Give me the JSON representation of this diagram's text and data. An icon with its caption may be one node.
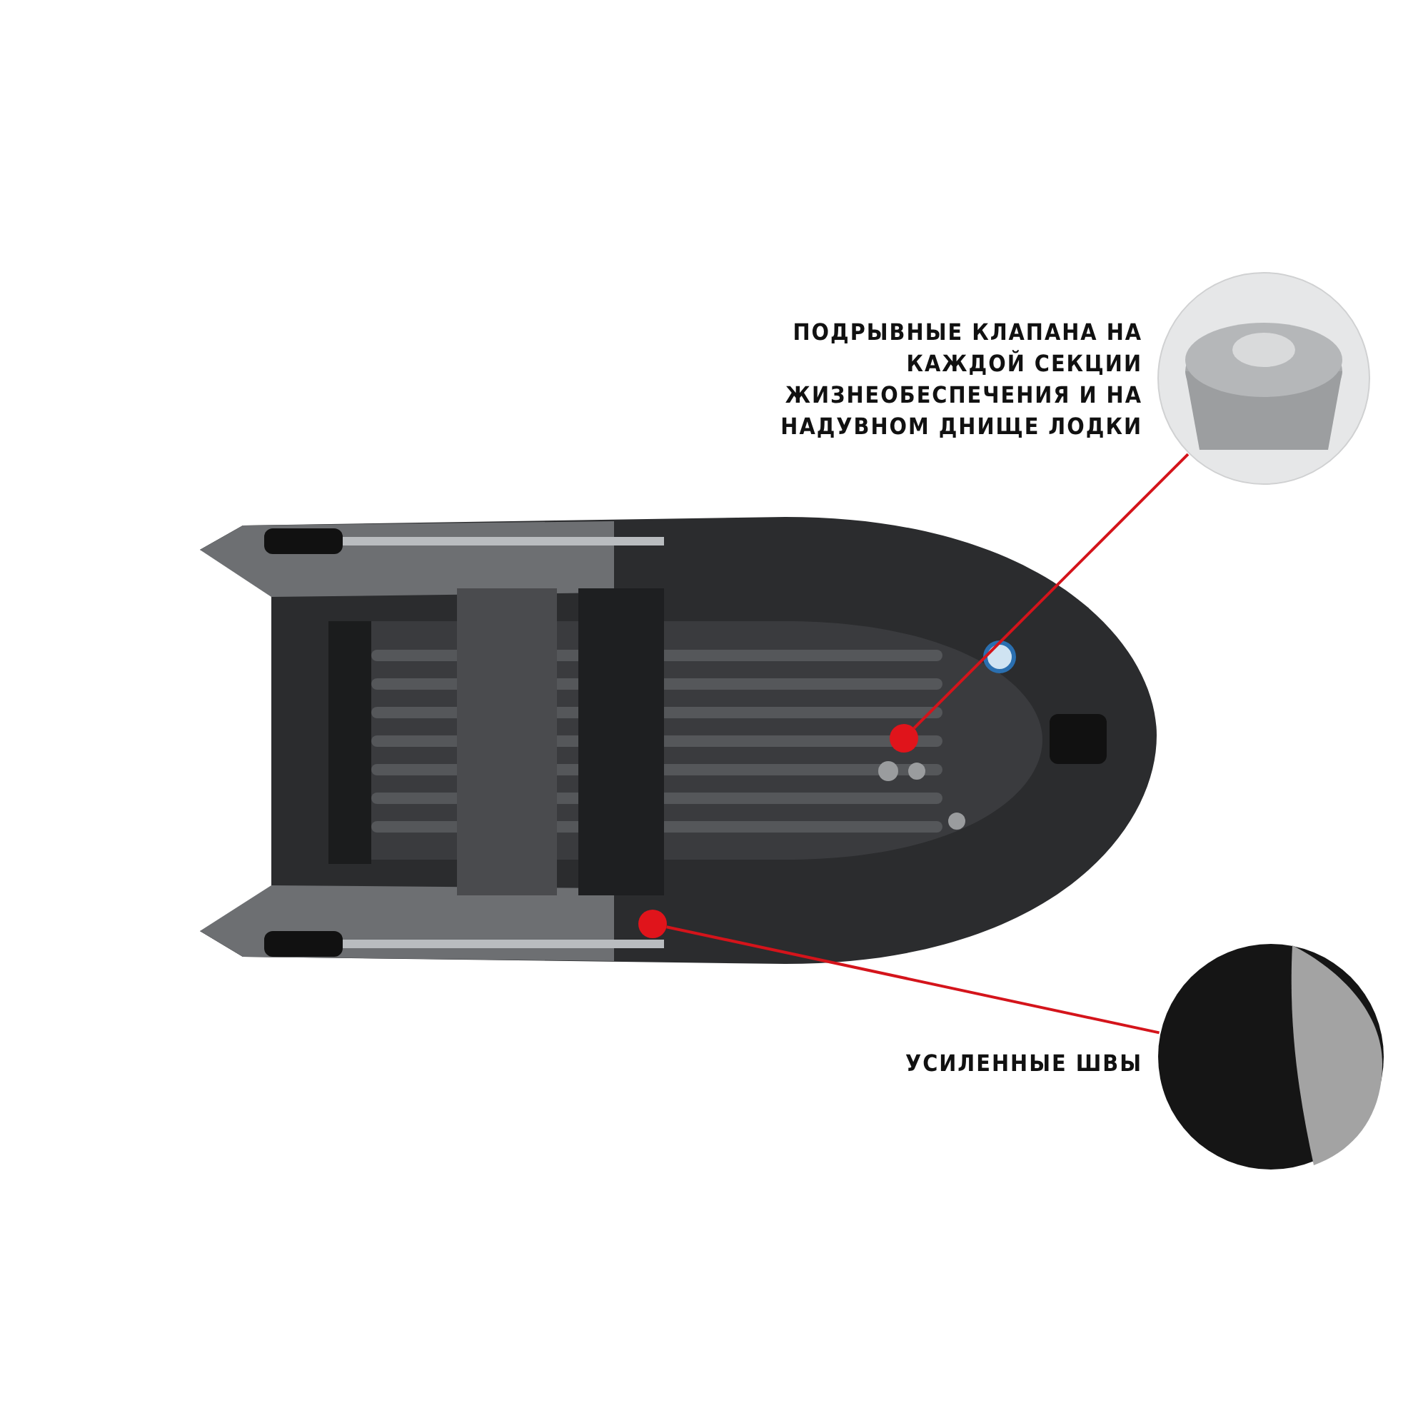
{
  "diagram": {
    "nodes": [
      {
        "text": [],
        "shape": "picture"
      },
      {
        "text": [],
        "shape": "picture",
        "beside": [
          "ПОДРЫВНЫЕ КЛАПАНА НА КАЖДОЙ СЕКЦИИ ЖИЗНЕОБЕСПЕЧЕНИЯ И НА НАДУВНОМ ДНИЩЕ ЛОДКИ"
        ]
      },
      {
        "text": [],
        "shape": "circle",
        "in": 0
      },
      {
        "text": [],
        "shape": "picture",
        "beside": [
          "УСИЛЕННЫЕ ШВЫ"
        ]
      },
      {
        "text": [],
        "shape": "circle",
        "in": 0
      }
    ],
    "edges": [
      {
        "from": 2,
        "to": 1,
        "arrow": "none"
      },
      {
        "from": 4,
        "to": 3,
        "arrow": "none"
      }
    ]
  }
}
